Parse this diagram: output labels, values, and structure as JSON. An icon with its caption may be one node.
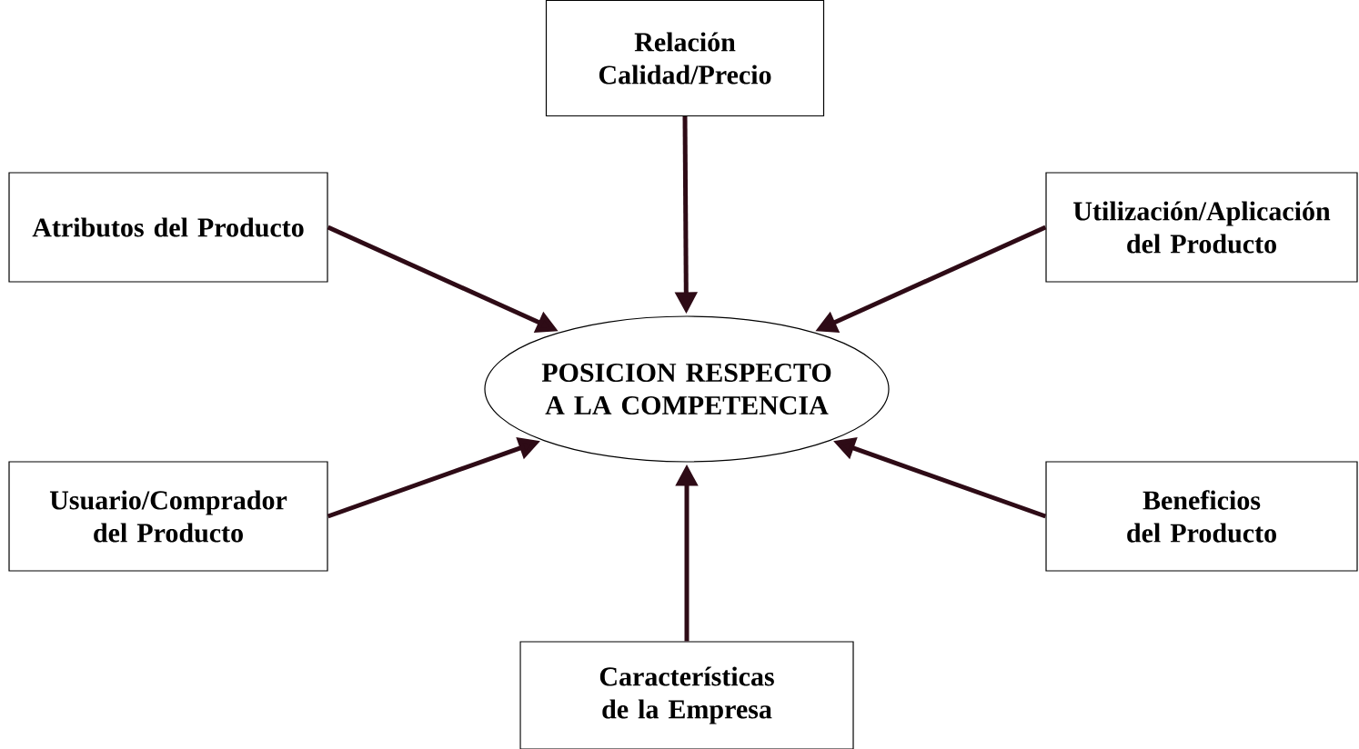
{
  "diagram": {
    "nodes": [
      {
        "text": [
          "Relación Calidad/Precio"
        ]
      },
      {
        "text": [
          "Atributos del Producto"
        ]
      },
      {
        "text": [
          "Utilización/Aplicación del Producto"
        ]
      },
      {
        "text": [
          "POSICION RESPECTO A LA COMPETENCIA"
        ]
      },
      {
        "text": [
          "Usuario/Comprador del Producto"
        ]
      },
      {
        "text": [
          "Beneficios del Producto"
        ]
      },
      {
        "text": [
          "Características de la Empresa"
        ]
      }
    ],
    "edges": [
      {
        "from": 0,
        "to": 3,
        "arrow": "to"
      },
      {
        "from": 1,
        "to": 3,
        "arrow": "to"
      },
      {
        "from": 2,
        "to": 3,
        "arrow": "to"
      },
      {
        "from": 4,
        "to": 3,
        "arrow": "to"
      },
      {
        "from": 5,
        "to": 3,
        "arrow": "to"
      },
      {
        "from": 6,
        "to": 3,
        "arrow": "to"
      }
    ]
  }
}
